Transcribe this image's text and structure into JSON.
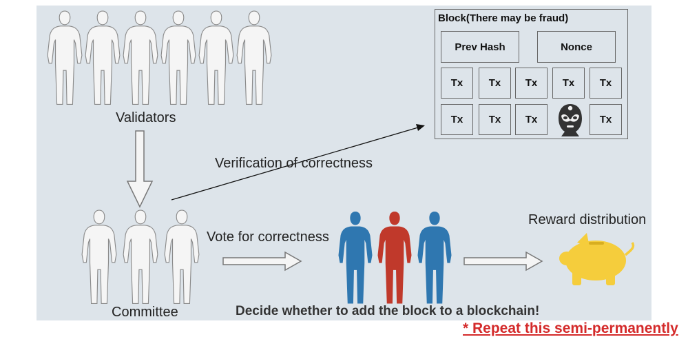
{
  "labels": {
    "validators": "Validators",
    "committee": "Committee",
    "verification": "Verification of correctness",
    "vote": "Vote for correctness",
    "reward": "Reward distribution",
    "decide": "Decide whether to add the block to a blockchain!",
    "repeat": "* Repeat this semi-permanently"
  },
  "block": {
    "title": "Block(There may be fraud)",
    "prev_hash": "Prev Hash",
    "nonce": "Nonce",
    "row1": [
      "Tx",
      "Tx",
      "Tx",
      "Tx",
      "Tx"
    ],
    "row2": [
      "Tx",
      "Tx",
      "Tx",
      "",
      "Tx"
    ]
  },
  "colors": {
    "voter_blue": "#2f77b0",
    "voter_red": "#c0392b",
    "piggy": "#f5cd3c",
    "outline": "#8a8a8a"
  },
  "icons": {
    "validator": "person-outline-icon",
    "fraudster": "masked-fraudster-icon",
    "piggy_bank": "piggy-bank-icon"
  }
}
